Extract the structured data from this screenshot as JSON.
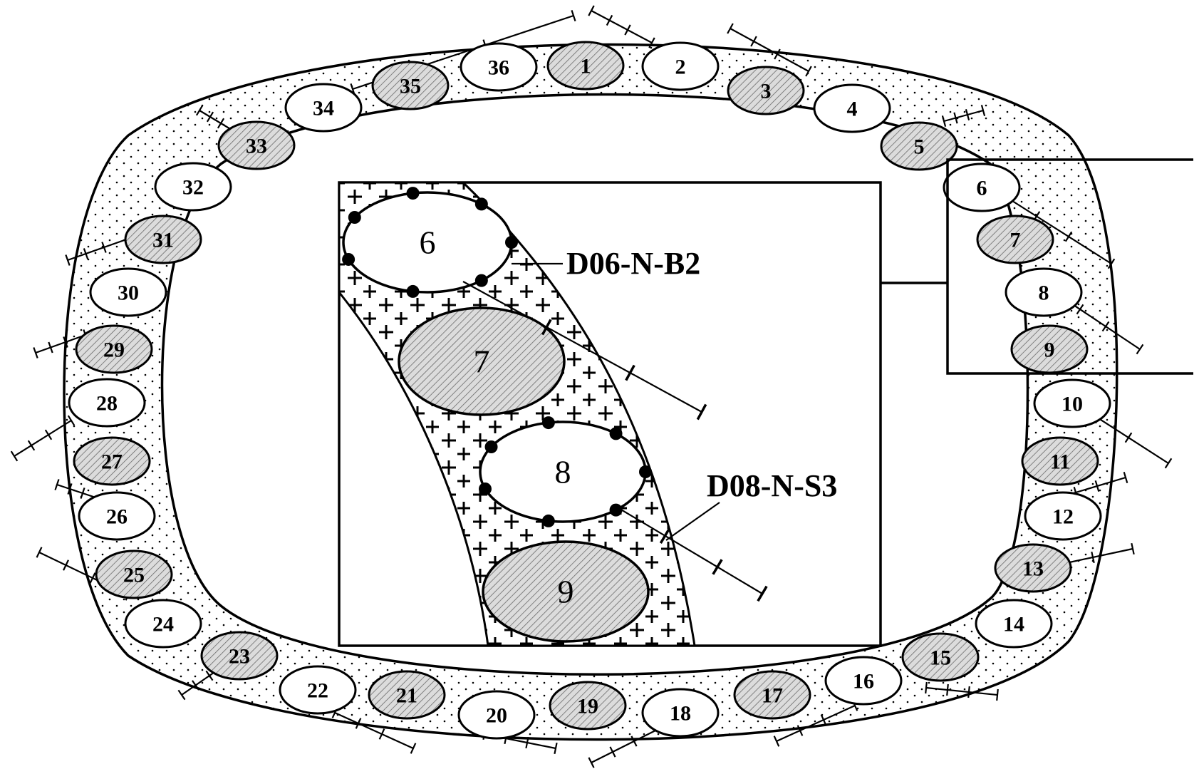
{
  "piles": [
    {
      "label": "1",
      "style": "hatched"
    },
    {
      "label": "2",
      "style": "plain"
    },
    {
      "label": "3",
      "style": "hatched"
    },
    {
      "label": "4",
      "style": "plain"
    },
    {
      "label": "5",
      "style": "hatched"
    },
    {
      "label": "6",
      "style": "plain"
    },
    {
      "label": "7",
      "style": "hatched"
    },
    {
      "label": "8",
      "style": "plain"
    },
    {
      "label": "9",
      "style": "hatched"
    },
    {
      "label": "10",
      "style": "plain"
    },
    {
      "label": "11",
      "style": "hatched"
    },
    {
      "label": "12",
      "style": "plain"
    },
    {
      "label": "13",
      "style": "hatched"
    },
    {
      "label": "14",
      "style": "plain"
    },
    {
      "label": "15",
      "style": "hatched"
    },
    {
      "label": "16",
      "style": "plain"
    },
    {
      "label": "17",
      "style": "hatched"
    },
    {
      "label": "18",
      "style": "plain"
    },
    {
      "label": "19",
      "style": "hatched"
    },
    {
      "label": "20",
      "style": "plain"
    },
    {
      "label": "21",
      "style": "hatched"
    },
    {
      "label": "22",
      "style": "plain"
    },
    {
      "label": "23",
      "style": "hatched"
    },
    {
      "label": "24",
      "style": "plain"
    },
    {
      "label": "25",
      "style": "hatched"
    },
    {
      "label": "26",
      "style": "plain"
    },
    {
      "label": "27",
      "style": "hatched"
    },
    {
      "label": "28",
      "style": "plain"
    },
    {
      "label": "29",
      "style": "hatched"
    },
    {
      "label": "30",
      "style": "plain"
    },
    {
      "label": "31",
      "style": "hatched"
    },
    {
      "label": "32",
      "style": "plain"
    },
    {
      "label": "33",
      "style": "hatched"
    },
    {
      "label": "34",
      "style": "plain"
    },
    {
      "label": "35",
      "style": "hatched"
    },
    {
      "label": "36",
      "style": "plain"
    }
  ],
  "inset": {
    "piles": [
      {
        "label": "6",
        "style": "plain"
      },
      {
        "label": "7",
        "style": "hatched"
      },
      {
        "label": "8",
        "style": "plain"
      },
      {
        "label": "9",
        "style": "hatched"
      }
    ],
    "callouts": {
      "top": "D06-N-B2",
      "bottom": "D08-N-S3"
    }
  },
  "colors": {
    "stroke": "#000000",
    "hatched_fill": "#d9d9d9",
    "plain_fill": "#ffffff"
  }
}
